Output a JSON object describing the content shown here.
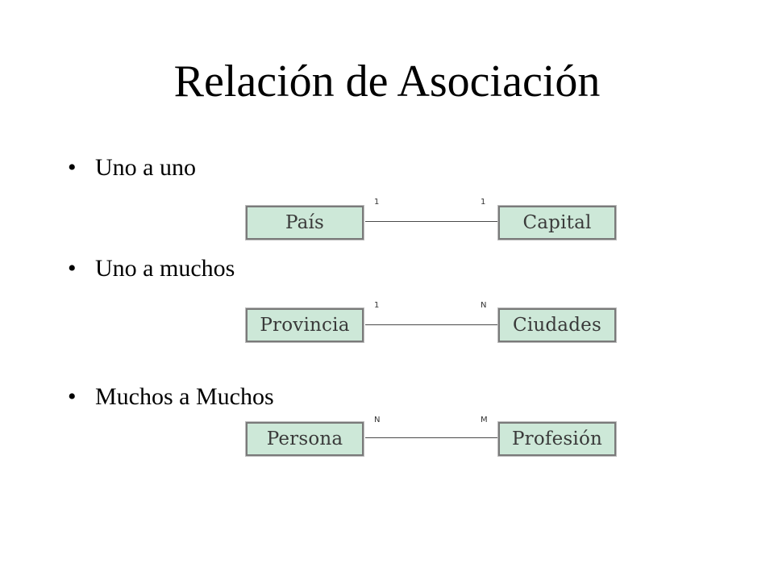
{
  "slide": {
    "title": "Relación de Asociación"
  },
  "bullet_glyph": "•",
  "sections": [
    {
      "bullet": "Uno a uno",
      "left_entity": "País",
      "right_entity": "Capital",
      "left_cardinality": "1",
      "right_cardinality": "1"
    },
    {
      "bullet": "Uno a muchos",
      "left_entity": "Provincia",
      "right_entity": "Ciudades",
      "left_cardinality": "1",
      "right_cardinality": "N"
    },
    {
      "bullet": "Muchos a Muchos",
      "left_entity": "Persona",
      "right_entity": "Profesión",
      "left_cardinality": "N",
      "right_cardinality": "M"
    }
  ],
  "colors": {
    "entity_fill": "#cde8d8",
    "entity_border": "#7a7a7a",
    "text": "#000000"
  }
}
